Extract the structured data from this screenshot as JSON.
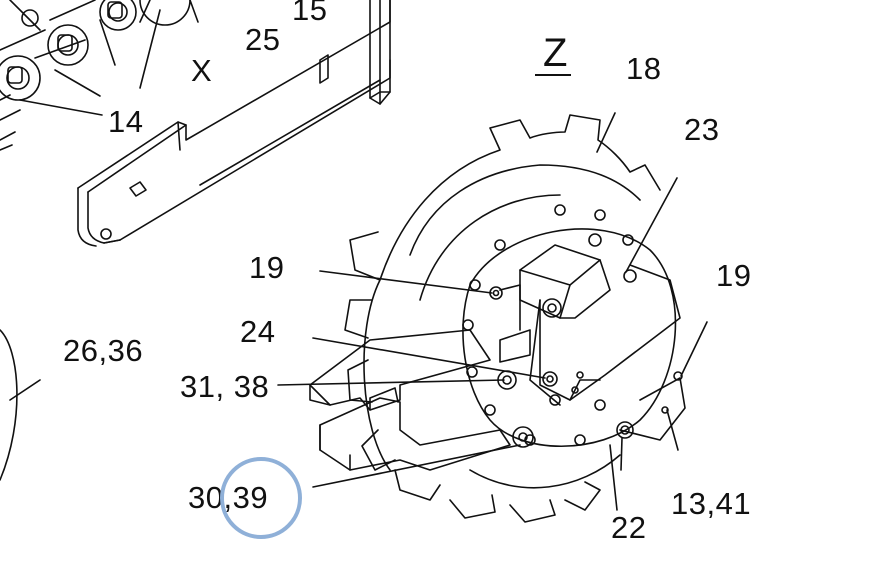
{
  "labels": {
    "l15": "15",
    "l25": "25",
    "lX": "X",
    "l14": "14",
    "lZ": "Z",
    "l18": "18",
    "l23": "23",
    "l19a": "19",
    "l19b": "19",
    "l24": "24",
    "l2636": "26,36",
    "l3138": "31, 38",
    "l3039": "30,39",
    "l22": "22",
    "l1341": "13,41"
  },
  "colors": {
    "line": "#111111",
    "highlight": "#8fb0d8",
    "background": "#ffffff"
  }
}
